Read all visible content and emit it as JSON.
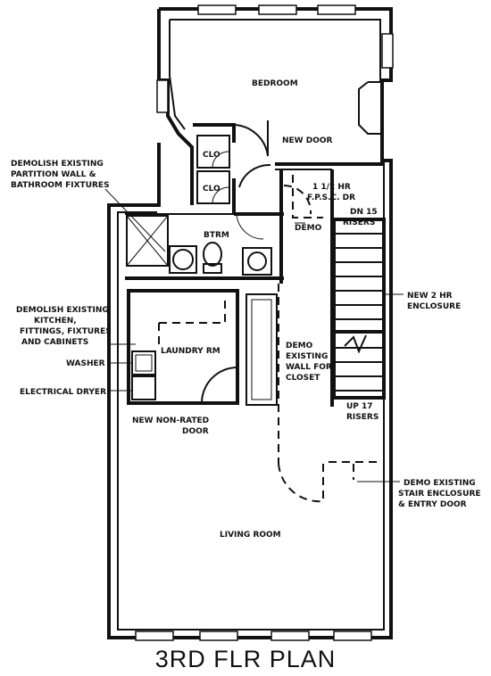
{
  "title": "3RD FLR PLAN",
  "rooms": {
    "bedroom": "BEDROOM",
    "clo1": "CLO",
    "clo2": "CLO",
    "btrm": "BTRM",
    "laundry": "LAUNDRY RM",
    "living": "LIVING ROOM"
  },
  "notes": {
    "new_door": "NEW DOOR",
    "fpsc_1": "1 1/2 HR",
    "fpsc_2": "F.P.S.C. DR",
    "dn_1": "DN 15",
    "dn_2": "RISERS",
    "demo": "DEMO",
    "demolish_partition_1": "DEMOLISH EXISTING",
    "demolish_partition_2": "PARTITION WALL &",
    "demolish_partition_3": "BATHROOM FIXTURES",
    "enclosure_1": "NEW 2 HR",
    "enclosure_2": "ENCLOSURE",
    "demolish_kitchen_1": "DEMOLISH EXISTING",
    "demolish_kitchen_2": "KITCHEN,",
    "demolish_kitchen_3": "FITTINGS, FIXTURES",
    "demolish_kitchen_4": "AND CABINETS",
    "demo_wall_1": "DEMO",
    "demo_wall_2": "EXISTING",
    "demo_wall_3": "WALL FOR",
    "demo_wall_4": "CLOSET",
    "washer": "WASHER",
    "dryer": "ELECTRICAL DRYER",
    "up_1": "UP 17",
    "up_2": "RISERS",
    "nonrated_1": "NEW NON-RATED",
    "nonrated_2": "DOOR",
    "demo_stair_1": "DEMO EXISTING",
    "demo_stair_2": "STAIR ENCLOSURE",
    "demo_stair_3": "& ENTRY DOOR"
  }
}
